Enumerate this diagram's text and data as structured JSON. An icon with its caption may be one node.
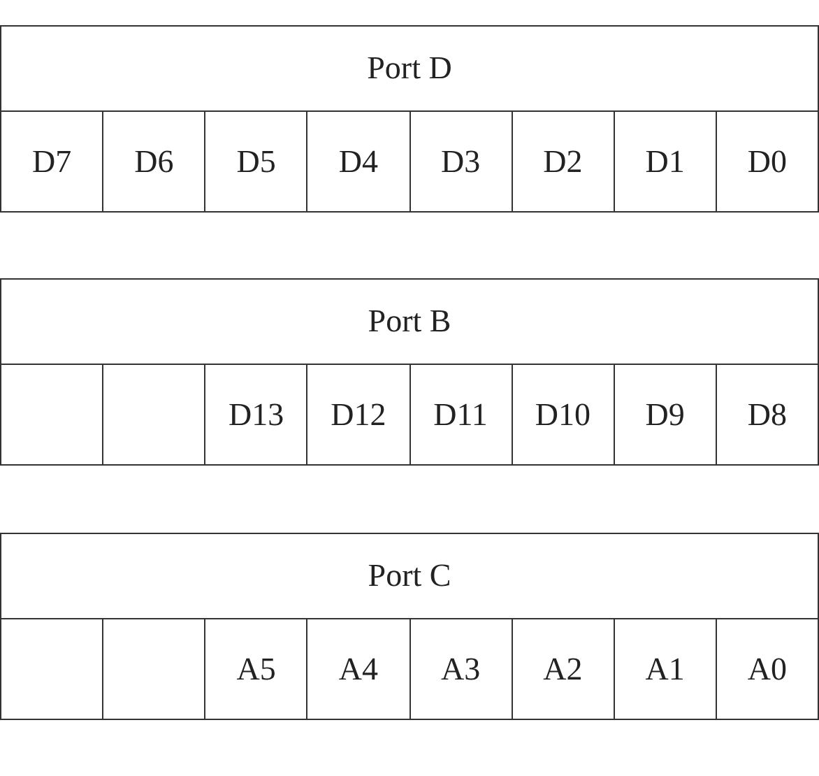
{
  "diagram": {
    "nodes": [
      {
        "text": [
          "Port D"
        ]
      },
      {
        "text": [
          "D7"
        ],
        "in": 0
      },
      {
        "text": [
          "D6"
        ],
        "in": 0
      },
      {
        "text": [
          "D5"
        ],
        "in": 0
      },
      {
        "text": [
          "D4"
        ],
        "in": 0
      },
      {
        "text": [
          "D3"
        ],
        "in": 0
      },
      {
        "text": [
          "D2"
        ],
        "in": 0
      },
      {
        "text": [
          "D1"
        ],
        "in": 0
      },
      {
        "text": [
          "D0"
        ],
        "in": 0
      },
      {
        "text": [
          "Port B"
        ]
      },
      {
        "text": [],
        "shape": "box",
        "in": 9
      },
      {
        "text": [],
        "shape": "box",
        "in": 9
      },
      {
        "text": [
          "D13"
        ],
        "in": 9
      },
      {
        "text": [
          "D12"
        ],
        "in": 9
      },
      {
        "text": [
          "D11"
        ],
        "in": 9
      },
      {
        "text": [
          "D10"
        ],
        "in": 9
      },
      {
        "text": [
          "D9"
        ],
        "in": 9
      },
      {
        "text": [
          "D8"
        ],
        "in": 9
      },
      {
        "text": [
          "Port C"
        ]
      },
      {
        "text": [],
        "shape": "box",
        "in": 18
      },
      {
        "text": [],
        "shape": "box",
        "in": 18
      },
      {
        "text": [
          "A5"
        ],
        "in": 18
      },
      {
        "text": [
          "A4"
        ],
        "in": 18
      },
      {
        "text": [
          "A3"
        ],
        "in": 18
      },
      {
        "text": [
          "A2"
        ],
        "in": 18
      },
      {
        "text": [
          "A1"
        ],
        "in": 18
      },
      {
        "text": [
          "A0"
        ],
        "in": 18
      }
    ]
  }
}
